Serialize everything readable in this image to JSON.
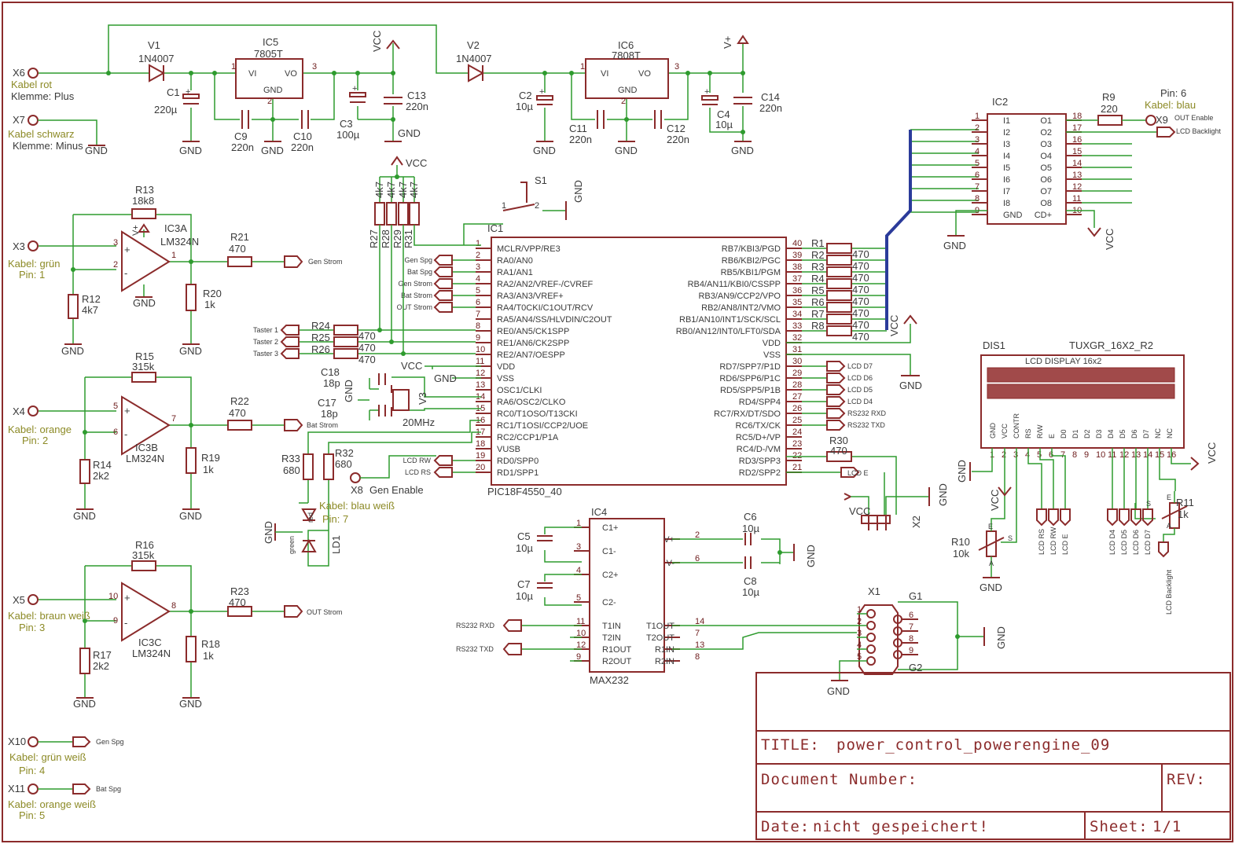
{
  "title_block": {
    "title_label": "TITLE:",
    "title": "power_control_powerengine_09",
    "doc_label": "Document Number:",
    "rev_label": "REV:",
    "date_label": "Date:",
    "date_value": "nicht gespeichert!",
    "sheet_label": "Sheet:",
    "sheet_value": "1/1"
  },
  "connectors": {
    "x6": {
      "name": "X6",
      "cable": "Kabel rot",
      "note": "Klemme: Plus"
    },
    "x7": {
      "name": "X7",
      "cable": "Kabel schwarz",
      "note": "Klemme: Minus"
    },
    "x3": {
      "name": "X3",
      "cable": "Kabel: grün",
      "pin": "Pin: 1"
    },
    "x4": {
      "name": "X4",
      "cable": "Kabel: orange",
      "pin": "Pin: 2"
    },
    "x5": {
      "name": "X5",
      "cable": "Kabel: braun weiß",
      "pin": "Pin: 3"
    },
    "x10": {
      "name": "X10",
      "cable": "Kabel: grün weiß",
      "pin": "Pin: 4",
      "signal": "Gen Spg"
    },
    "x11": {
      "name": "X11",
      "cable": "Kabel: orange weiß",
      "pin": "Pin: 5",
      "signal": "Bat Spg"
    },
    "x8": {
      "name": "X8",
      "signal": "Gen Enable",
      "cable": "Kabel: blau weiß",
      "pin": "Pin: 7"
    },
    "x9": {
      "name": "X9",
      "pin": "Pin: 6",
      "cable": "Kabel: blau",
      "signal": "OUT Enable",
      "signal2": "LCD Backlight"
    },
    "x1": {
      "name": "X1",
      "g1": "G1",
      "g2": "G2",
      "pins": [
        "1",
        "2",
        "3",
        "4",
        "5",
        "6",
        "7",
        "8",
        "9"
      ]
    },
    "x2": {
      "name": "X2"
    }
  },
  "power": {
    "vcc": "VCC",
    "vplus": "V+",
    "gnd": "GND"
  },
  "regulators": {
    "v1": {
      "name": "V1",
      "value": "1N4007"
    },
    "v2": {
      "name": "V2",
      "value": "1N4007"
    },
    "ic5": {
      "name": "IC5",
      "value": "7805T",
      "vi": "VI",
      "vo": "VO",
      "gnd": "GND",
      "p1": "1",
      "p2": "2",
      "p3": "3"
    },
    "ic6": {
      "name": "IC6",
      "value": "7808T",
      "vi": "VI",
      "vo": "VO",
      "gnd": "GND",
      "p1": "1",
      "p2": "2",
      "p3": "3"
    },
    "c1": {
      "name": "C1",
      "value": "220µ"
    },
    "c9": {
      "name": "C9",
      "value": "220n"
    },
    "c10": {
      "name": "C10",
      "value": "220n"
    },
    "c3": {
      "name": "C3",
      "value": "100µ"
    },
    "c13": {
      "name": "C13",
      "value": "220n"
    },
    "c2": {
      "name": "C2",
      "value": "10µ"
    },
    "c11": {
      "name": "C11",
      "value": "220n"
    },
    "c12": {
      "name": "C12",
      "value": "220n"
    },
    "c4": {
      "name": "C4",
      "value": "10µ"
    },
    "c14": {
      "name": "C14",
      "value": "220n"
    }
  },
  "opamps": {
    "ic3a": {
      "name": "IC3A",
      "value": "LM324N",
      "rf": "R13",
      "rf_val": "18k8",
      "rg": "R12",
      "rg_val": "4k7",
      "rs": "R21",
      "rs_val": "470",
      "rl": "R20",
      "rl_val": "1k",
      "out": "Gen Strom",
      "p_plus": "3",
      "p_minus": "2",
      "p_out": "1",
      "vplus": "V+"
    },
    "ic3b": {
      "name": "IC3B",
      "value": "LM324N",
      "rf": "R15",
      "rf_val": "315k",
      "rg": "R14",
      "rg_val": "2k2",
      "rs": "R22",
      "rs_val": "470",
      "rl": "R19",
      "rl_val": "1k",
      "out": "Bat Strom",
      "p_plus": "5",
      "p_minus": "6",
      "p_out": "7"
    },
    "ic3c": {
      "name": "IC3C",
      "value": "LM324N",
      "rf": "R16",
      "rf_val": "315k",
      "rg": "R17",
      "rg_val": "2k2",
      "rs": "R23",
      "rs_val": "470",
      "rl": "R18",
      "rl_val": "1k",
      "out": "OUT Strom",
      "p_plus": "10",
      "p_minus": "9",
      "p_out": "8"
    }
  },
  "pullups": {
    "names": [
      "R27",
      "R28",
      "R29",
      "R31"
    ],
    "value": "4k7",
    "vcc": "VCC"
  },
  "switch": {
    "name": "S1",
    "p1": "1",
    "p2": "2"
  },
  "mcu": {
    "name": "IC1",
    "part": "PIC18F4550_40",
    "left_pins": [
      {
        "num": "1",
        "name": "MCLR/VPP/RE3"
      },
      {
        "num": "2",
        "name": "RA0/AN0"
      },
      {
        "num": "3",
        "name": "RA1/AN1"
      },
      {
        "num": "4",
        "name": "RA2/AN2/VREF-/CVREF"
      },
      {
        "num": "5",
        "name": "RA3/AN3/VREF+"
      },
      {
        "num": "6",
        "name": "RA4/T0CKI/C1OUT/RCV"
      },
      {
        "num": "7",
        "name": "RA5/AN4/SS/HLVDIN/C2OUT"
      },
      {
        "num": "8",
        "name": "RE0/AN5/CK1SPP"
      },
      {
        "num": "9",
        "name": "RE1/AN6/CK2SPP"
      },
      {
        "num": "10",
        "name": "RE2/AN7/OESPP"
      },
      {
        "num": "11",
        "name": "VDD"
      },
      {
        "num": "12",
        "name": "VSS"
      },
      {
        "num": "13",
        "name": "OSC1/CLKI"
      },
      {
        "num": "14",
        "name": "RA6/OSC2/CLKO"
      },
      {
        "num": "15",
        "name": "RC0/T1OSO/T13CKI"
      },
      {
        "num": "16",
        "name": "RC1/T1OSI/CCP2/UOE"
      },
      {
        "num": "17",
        "name": "RC2/CCP1/P1A"
      },
      {
        "num": "18",
        "name": "VUSB"
      },
      {
        "num": "19",
        "name": "RD0/SPP0"
      },
      {
        "num": "20",
        "name": "RD1/SPP1"
      }
    ],
    "right_pins": [
      {
        "num": "40",
        "name": "RB7/KBI3/PGD"
      },
      {
        "num": "39",
        "name": "RB6/KBI2/PGC"
      },
      {
        "num": "38",
        "name": "RB5/KBI1/PGM"
      },
      {
        "num": "37",
        "name": "RB4/AN11/KBI0/CSSPP"
      },
      {
        "num": "36",
        "name": "RB3/AN9/CCP2/VPO"
      },
      {
        "num": "35",
        "name": "RB2/AN8/INT2/VMO"
      },
      {
        "num": "34",
        "name": "RB1/AN10/INT1/SCK/SCL"
      },
      {
        "num": "33",
        "name": "RB0/AN12/INT0/LFT0/SDA"
      },
      {
        "num": "32",
        "name": "VDD"
      },
      {
        "num": "31",
        "name": "VSS"
      },
      {
        "num": "30",
        "name": "RD7/SPP7/P1D"
      },
      {
        "num": "29",
        "name": "RD6/SPP6/P1C"
      },
      {
        "num": "28",
        "name": "RD5/SPP5/P1B"
      },
      {
        "num": "27",
        "name": "RD4/SPP4"
      },
      {
        "num": "26",
        "name": "RC7/RX/DT/SDO"
      },
      {
        "num": "25",
        "name": "RC6/TX/CK"
      },
      {
        "num": "24",
        "name": "RC5/D+/VP"
      },
      {
        "num": "23",
        "name": "RC4/D-/VM"
      },
      {
        "num": "22",
        "name": "RD3/SPP3"
      },
      {
        "num": "21",
        "name": "RD2/SPP2"
      }
    ],
    "left_nets": [
      "Gen Spg",
      "Bat Spg",
      "Gen Strom",
      "Bat Strom",
      "OUT Strom"
    ],
    "taster": [
      "Taster 1",
      "Taster 2",
      "Taster 3"
    ],
    "taster_res": [
      {
        "name": "R24",
        "value": "470"
      },
      {
        "name": "R25",
        "value": "470"
      },
      {
        "name": "R26",
        "value": "470"
      }
    ],
    "right_nets": [
      "LCD D7",
      "LCD D6",
      "LCD D5",
      "LCD D4",
      "RS232 RXD",
      "RS232 TXD"
    ],
    "lcd_left": [
      "LCD RW",
      "LCD RS"
    ],
    "lcd_e": "LCD E",
    "r30": {
      "name": "R30",
      "value": "470"
    },
    "rb_res": [
      "R1",
      "R2",
      "R3",
      "R4",
      "R5",
      "R6",
      "R7",
      "R8"
    ],
    "rb_val": "470"
  },
  "crystal": {
    "c18": {
      "name": "C18",
      "value": "18p"
    },
    "c17": {
      "name": "C17",
      "value": "18p"
    },
    "v3": {
      "name": "V3",
      "value": "20MHz"
    }
  },
  "leds": {
    "r33": {
      "name": "R33",
      "value": "680"
    },
    "r32": {
      "name": "R32",
      "value": "680"
    },
    "ld1": "LD1",
    "red": "red",
    "green": "green"
  },
  "driver": {
    "name": "IC2",
    "inputs": [
      "I1",
      "I2",
      "I3",
      "I4",
      "I5",
      "I6",
      "I7",
      "I8",
      "GND"
    ],
    "outputs": [
      "O1",
      "O2",
      "O3",
      "O4",
      "O5",
      "O6",
      "O7",
      "O8",
      "CD+"
    ],
    "left_nums": [
      "1",
      "2",
      "3",
      "4",
      "5",
      "6",
      "7",
      "8",
      "9"
    ],
    "right_nums": [
      "18",
      "17",
      "16",
      "15",
      "14",
      "13",
      "12",
      "11",
      "10"
    ],
    "r9": {
      "name": "R9",
      "value": "220"
    }
  },
  "lcd": {
    "name": "DIS1",
    "part": "TUXGR_16X2_R2",
    "banner": "LCD DISPLAY 16x2",
    "pins": [
      "GND",
      "VCC",
      "CONTR",
      "RS",
      "R/W",
      "E",
      "D0",
      "D1",
      "D2",
      "D3",
      "D4",
      "D5",
      "D6",
      "D7",
      "NC",
      "NC"
    ],
    "nums": [
      "1",
      "2",
      "3",
      "4",
      "5",
      "6",
      "7",
      "8",
      "9",
      "10",
      "11",
      "12",
      "13",
      "14",
      "15",
      "16"
    ],
    "bottom_nets": [
      "LCD RS",
      "LCD RW",
      "LCD E",
      "LCD D4",
      "LCD D5",
      "LCD D6",
      "LCD D7"
    ],
    "backlight": "LCD Backlight",
    "r10": {
      "name": "R10",
      "value": "10k",
      "a": "A",
      "e": "E",
      "s": "S"
    },
    "r11": {
      "name": "R11",
      "value": "1k",
      "a": "A",
      "e": "E",
      "s": "S"
    }
  },
  "max232": {
    "name": "IC4",
    "part": "MAX232",
    "left_pins": [
      {
        "num": "1",
        "name": "C1+"
      },
      {
        "num": "3",
        "name": "C1-"
      },
      {
        "num": "4",
        "name": "C2+"
      },
      {
        "num": "5",
        "name": "C2-"
      },
      {
        "num": "11",
        "name": "T1IN"
      },
      {
        "num": "10",
        "name": "T2IN"
      },
      {
        "num": "12",
        "name": "R1OUT"
      },
      {
        "num": "9",
        "name": "R2OUT"
      }
    ],
    "right_pins": [
      {
        "num": "2",
        "name": "V+"
      },
      {
        "num": "6",
        "name": "V-"
      },
      {
        "num": "14",
        "name": "T1OUT"
      },
      {
        "num": "7",
        "name": "T2OUT"
      },
      {
        "num": "13",
        "name": "R1IN"
      },
      {
        "num": "8",
        "name": "R2IN"
      }
    ],
    "c5": {
      "name": "C5",
      "value": "10µ"
    },
    "c7": {
      "name": "C7",
      "value": "10µ"
    },
    "c6": {
      "name": "C6",
      "value": "10µ"
    },
    "c8": {
      "name": "C8",
      "value": "10µ"
    },
    "rxd": "RS232 RXD",
    "txd": "RS232 TXD"
  }
}
